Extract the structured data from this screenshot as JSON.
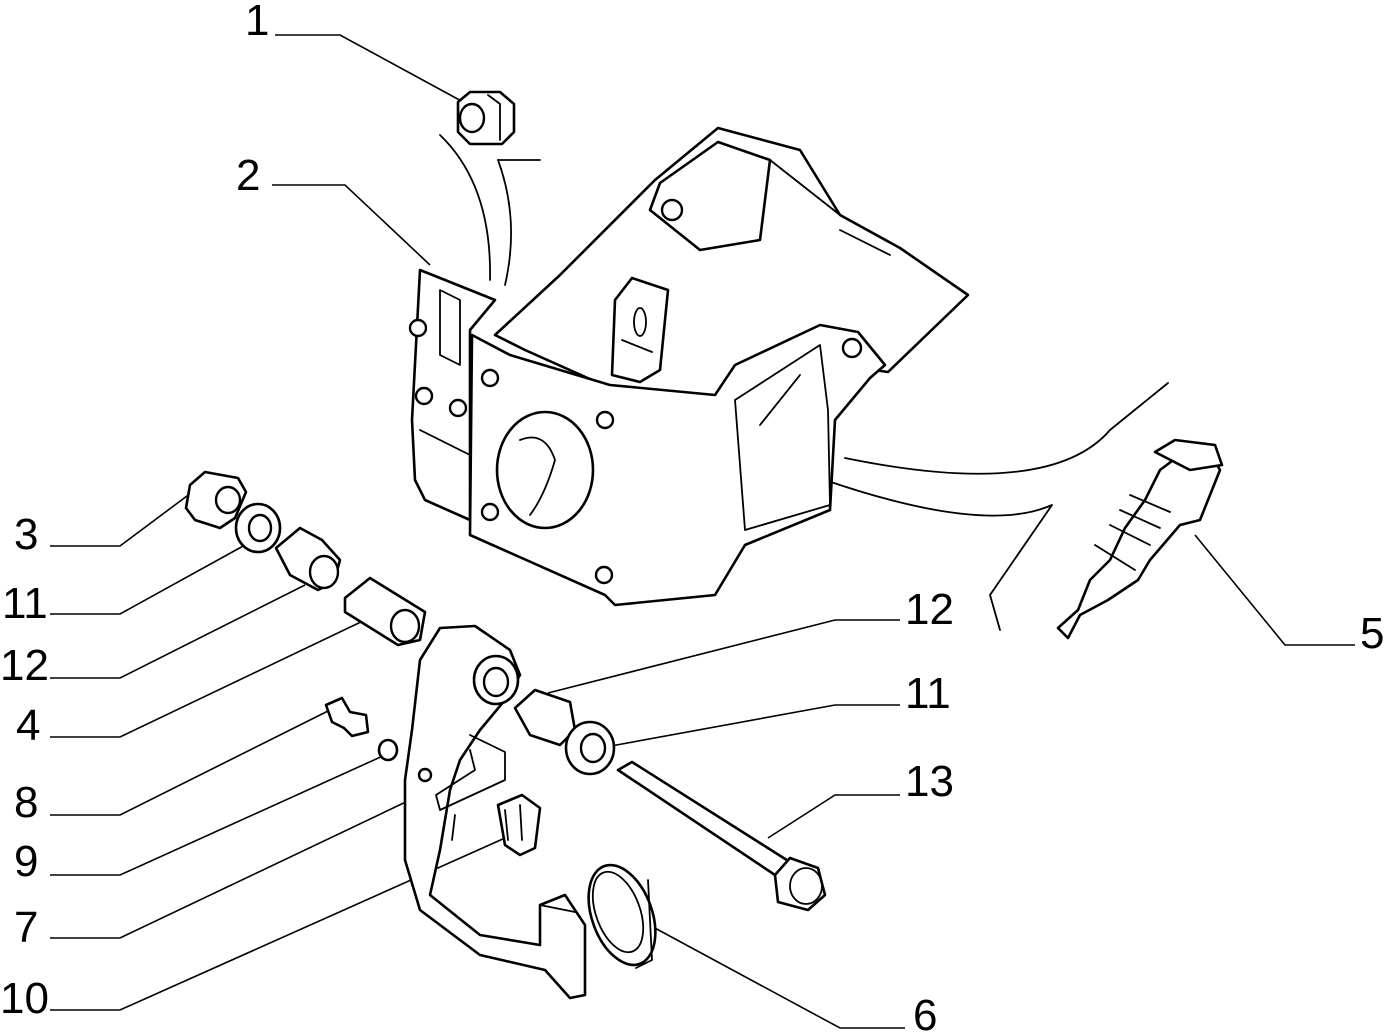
{
  "diagram": {
    "callouts": [
      {
        "id": "c1",
        "text": "1"
      },
      {
        "id": "c2",
        "text": "2"
      },
      {
        "id": "c3",
        "text": "3"
      },
      {
        "id": "c11a",
        "text": "11"
      },
      {
        "id": "c12a",
        "text": "12"
      },
      {
        "id": "c4",
        "text": "4"
      },
      {
        "id": "c8",
        "text": "8"
      },
      {
        "id": "c9",
        "text": "9"
      },
      {
        "id": "c7",
        "text": "7"
      },
      {
        "id": "c10",
        "text": "10"
      },
      {
        "id": "c12b",
        "text": "12"
      },
      {
        "id": "c11b",
        "text": "11"
      },
      {
        "id": "c13",
        "text": "13"
      },
      {
        "id": "c5",
        "text": "5"
      },
      {
        "id": "c6",
        "text": "6"
      }
    ]
  }
}
